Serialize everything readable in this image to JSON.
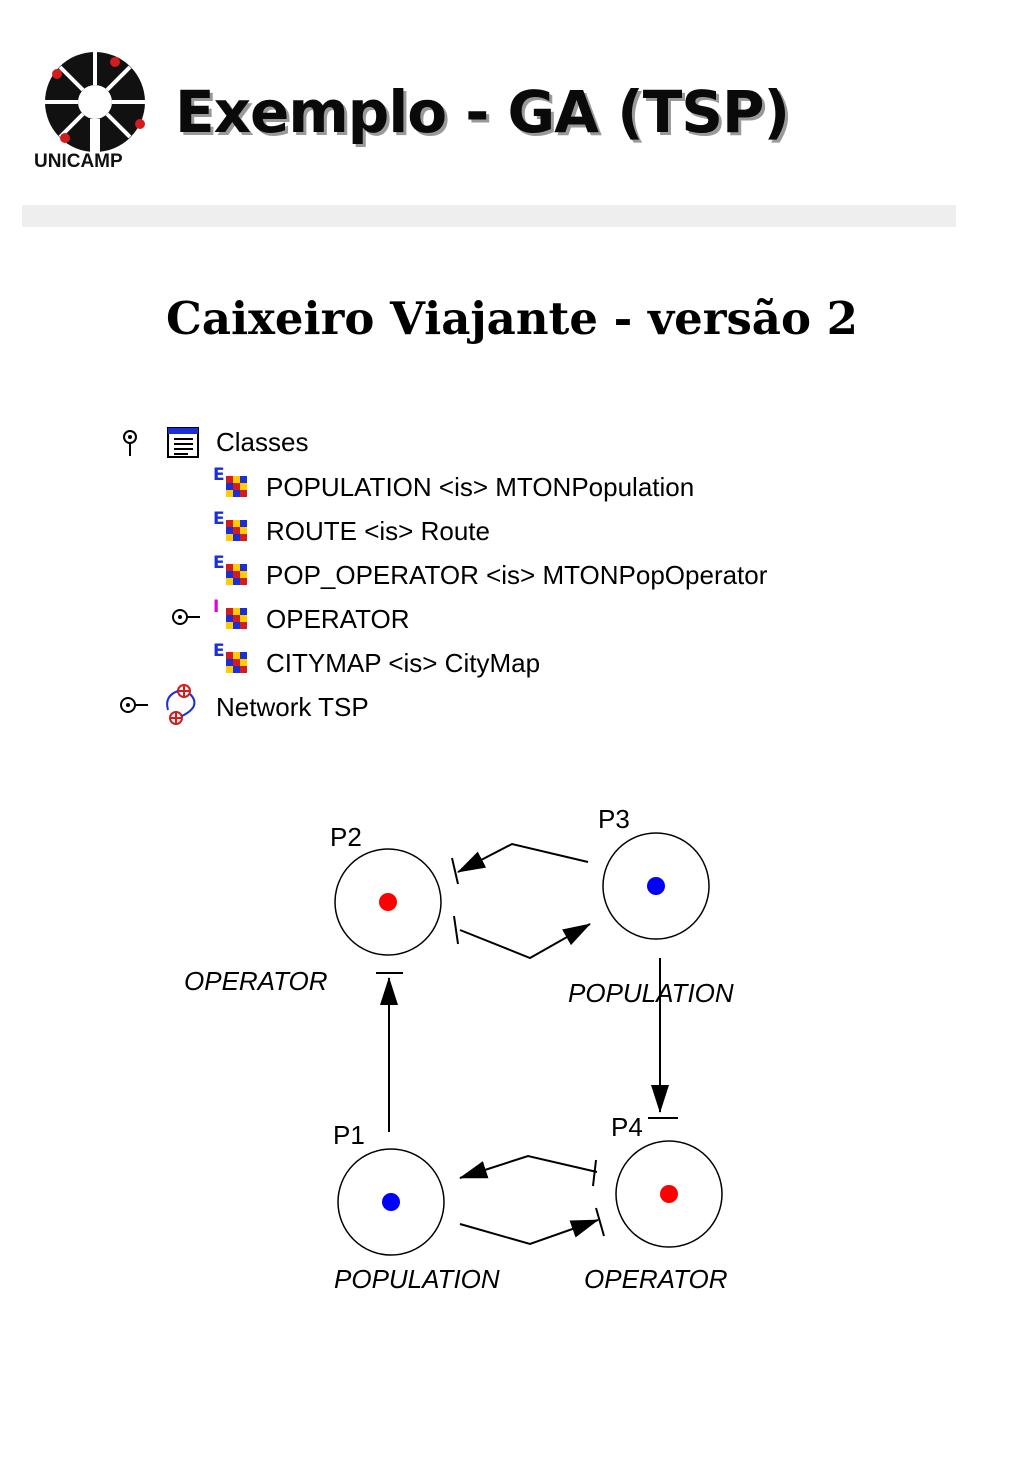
{
  "header": {
    "logo_text": "UNICAMP",
    "title": "Exemplo - GA (TSP)"
  },
  "subtitle": "Caixeiro Viajante - versão 2",
  "tree": {
    "root": {
      "label": "Classes",
      "icon": "class-list-icon"
    },
    "classes": [
      {
        "label": "POPULATION <is> MTONPopulation",
        "badge": "E"
      },
      {
        "label": "ROUTE <is> Route",
        "badge": "E"
      },
      {
        "label": "POP_OPERATOR <is> MTONPopOperator",
        "badge": "E"
      },
      {
        "label": "OPERATOR",
        "badge": "I"
      },
      {
        "label": "CITYMAP <is> CityMap",
        "badge": "E"
      }
    ],
    "network": {
      "label": "Network TSP",
      "icon": "network-icon"
    }
  },
  "petri_net": {
    "places": [
      {
        "id": "P2",
        "type": "OPERATOR",
        "token_color": "#ff0000"
      },
      {
        "id": "P3",
        "type": "POPULATION",
        "token_color": "#0000ff"
      },
      {
        "id": "P1",
        "type": "POPULATION",
        "token_color": "#0000ff"
      },
      {
        "id": "P4",
        "type": "OPERATOR",
        "token_color": "#ff0000"
      }
    ]
  },
  "colors": {
    "token_red": "#ff0000",
    "token_blue": "#0000ff",
    "badge_blue": "#1a2fd8",
    "badge_magenta": "#e000e0"
  }
}
